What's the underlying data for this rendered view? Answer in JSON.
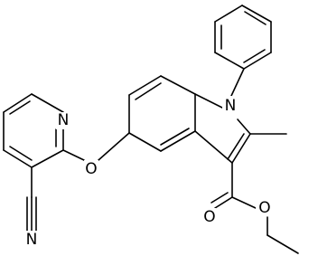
{
  "atoms": {
    "pyridine_n": "N",
    "ether_o": "O",
    "indole_n": "N",
    "nitrile_n": "N",
    "carbonyl_o": "O",
    "ester_o": "O"
  },
  "colors": {
    "bond": "#000000",
    "label": "#000000",
    "background": "#ffffff"
  }
}
